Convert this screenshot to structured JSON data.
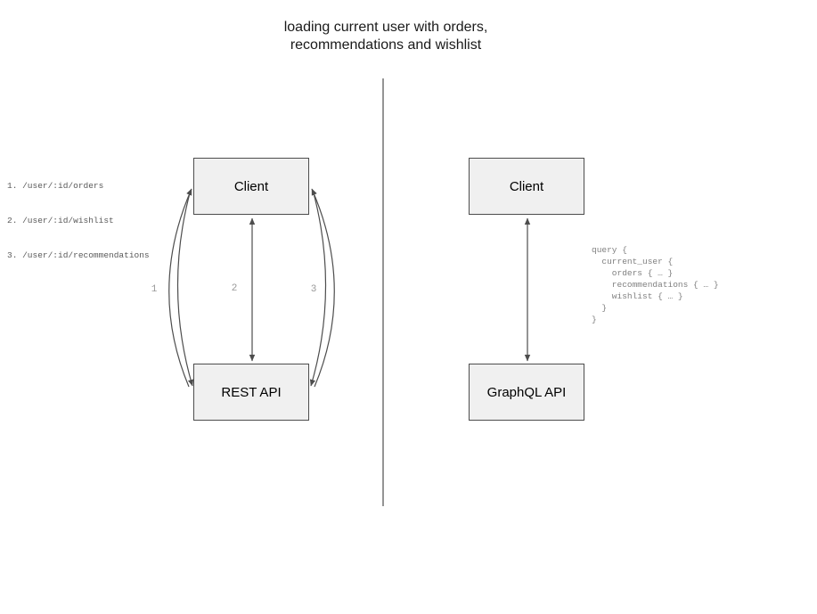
{
  "diagram": {
    "title_line1": "loading current user with orders,",
    "title_line2": "recommendations and wishlist"
  },
  "left_panel": {
    "endpoints": [
      "1. /user/:id/orders",
      "2. /user/:id/wishlist",
      "3. /user/:id/recommendations"
    ],
    "client_label": "Client",
    "api_label": "REST API",
    "arrow_labels": [
      "1",
      "2",
      "3"
    ]
  },
  "right_panel": {
    "client_label": "Client",
    "api_label": "GraphQL API",
    "query_code": "query {\n  current_user {\n    orders { … }\n    recommendations { … }\n    wishlist { … }\n  }\n}"
  },
  "colors": {
    "box_fill": "#f0f0f0",
    "box_border": "#4d4d4d",
    "arrow_stroke": "#4d4d4d",
    "divider_stroke": "#666666",
    "endpoints_text": "#595959",
    "code_text": "#808080",
    "number_text": "#999999",
    "title_text": "#1a1a1a"
  }
}
